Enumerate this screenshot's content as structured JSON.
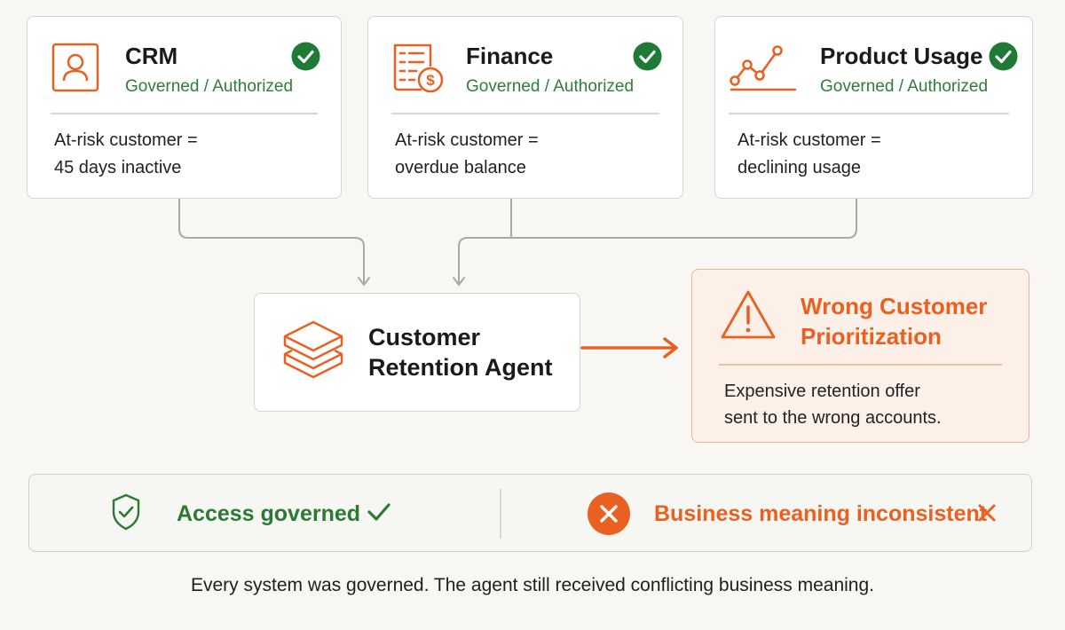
{
  "sources": [
    {
      "title": "CRM",
      "status": "Governed / Authorized",
      "icon": "person-icon",
      "definition": [
        "At-risk customer =",
        "45 days inactive"
      ]
    },
    {
      "title": "Finance",
      "status": "Governed / Authorized",
      "icon": "invoice-dollar-icon",
      "definition": [
        "At-risk customer =",
        "overdue balance"
      ]
    },
    {
      "title": "Product Usage",
      "status": "Governed / Authorized",
      "icon": "line-chart-icon",
      "definition": [
        "At-risk customer =",
        "declining usage"
      ]
    }
  ],
  "agent": {
    "label": [
      "Customer",
      "Retention Agent"
    ],
    "icon": "layers-icon"
  },
  "outcome": {
    "title": [
      "Wrong Customer",
      "Prioritization"
    ],
    "description": [
      "Expensive retention offer",
      "sent to the wrong accounts."
    ],
    "icon": "warning-triangle-icon"
  },
  "summary": {
    "good": {
      "label": "Access governed",
      "icon": "shield-check-icon"
    },
    "bad": {
      "label": "Business meaning inconsistent",
      "icon": "x-circle-icon"
    }
  },
  "caption": "Every system was governed. The agent still received conflicting business meaning.",
  "colors": {
    "orange": "#ea6020",
    "green": "#2a7a34",
    "connector": "#a9a9a6",
    "outcome_bg": "#fdf0e8"
  }
}
